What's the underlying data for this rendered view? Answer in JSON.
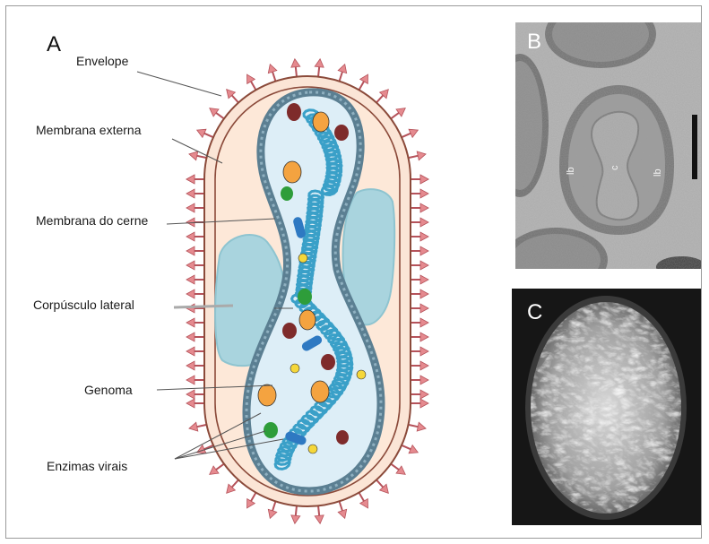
{
  "panels": {
    "a": "A",
    "b": "B",
    "c": "C"
  },
  "labels": {
    "envelope": "Envelope",
    "outer_membrane": "Membrana externa",
    "core_membrane": "Membrana do cerne",
    "lateral_body": "Corpúsculo lateral",
    "genome": "Genoma",
    "viral_enzymes": "Enzimas virais"
  },
  "micrograph_b_labels": {
    "lb_left": "lb",
    "core": "c",
    "lb_right": "lb"
  },
  "colors": {
    "spike": "#e58a8f",
    "envelope_fill": "#fbe5d6",
    "outer_membrane": "#8b4a3a",
    "core_wall": "#5b7f92",
    "core_fill": "#ddeef7",
    "lateral_body": "#a9d4de",
    "genome": "#3aa0c8",
    "enzyme_orange": "#f4a340",
    "enzyme_green": "#2e9d3a",
    "enzyme_darkred": "#7e2b2b",
    "enzyme_blue": "#2e79c2",
    "enzyme_yellow": "#f5d73a"
  }
}
